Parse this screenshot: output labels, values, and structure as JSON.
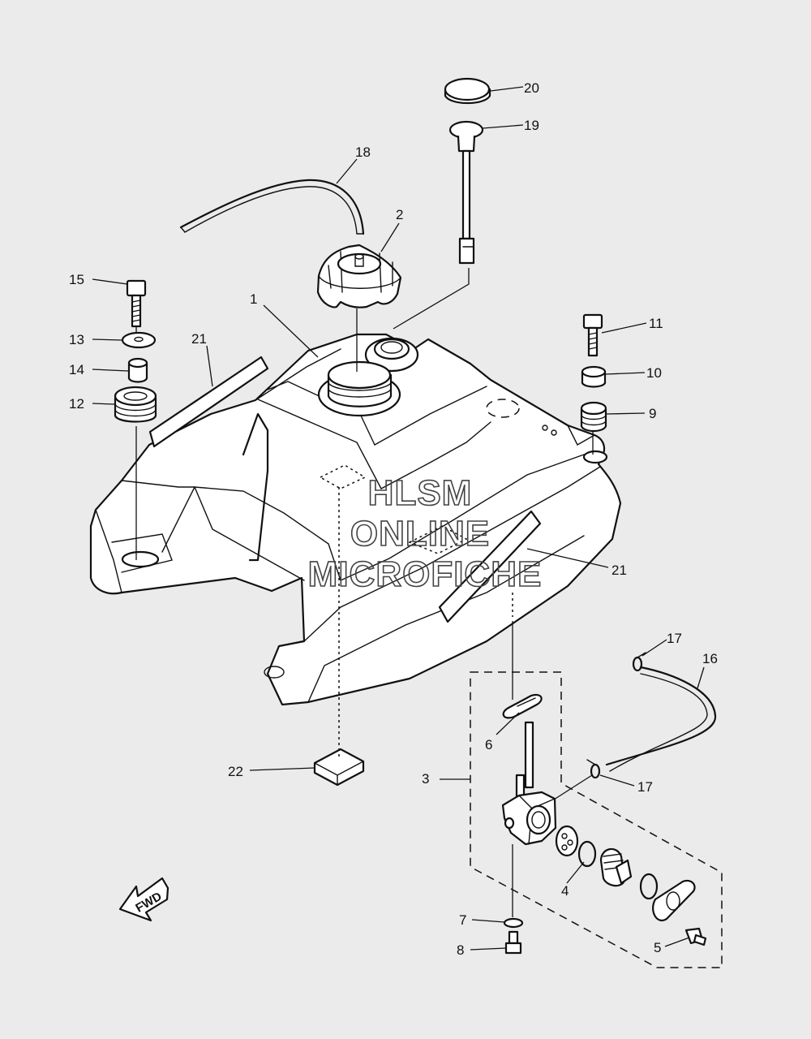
{
  "callouts": [
    {
      "num": "1"
    },
    {
      "num": "2"
    },
    {
      "num": "3"
    },
    {
      "num": "4"
    },
    {
      "num": "5"
    },
    {
      "num": "6"
    },
    {
      "num": "7"
    },
    {
      "num": "8"
    },
    {
      "num": "9"
    },
    {
      "num": "10"
    },
    {
      "num": "11"
    },
    {
      "num": "12"
    },
    {
      "num": "13"
    },
    {
      "num": "14"
    },
    {
      "num": "15"
    },
    {
      "num": "16"
    },
    {
      "num": "17"
    },
    {
      "num": "17"
    },
    {
      "num": "18"
    },
    {
      "num": "19"
    },
    {
      "num": "20"
    },
    {
      "num": "21"
    },
    {
      "num": "21"
    },
    {
      "num": "22"
    }
  ],
  "watermark": {
    "line1": "HLSM",
    "line2": "ONLINE",
    "line3": "MICROFICHE"
  },
  "fwd_label": "FWD",
  "colors": {
    "background": "#ebebeb",
    "line": "#111111",
    "part_fill": "#ffffff"
  }
}
